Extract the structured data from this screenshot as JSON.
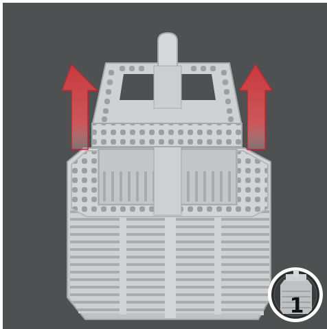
{
  "scene": {
    "background_color": "#4d5152",
    "basket_color": "#c9cacb",
    "basket_shadow_color": "#9fa1a2",
    "arrow_color": "#c8383d",
    "arrow_direction": "up",
    "arrow_count": 2,
    "icons": [
      "cutlery-basket-illustration",
      "lift-arrow-left-icon",
      "lift-arrow-right-icon",
      "step-badge-icon"
    ]
  },
  "step_badge": {
    "number": "1",
    "ring_color": "#ffffff",
    "fill_color": "#1f2122"
  }
}
